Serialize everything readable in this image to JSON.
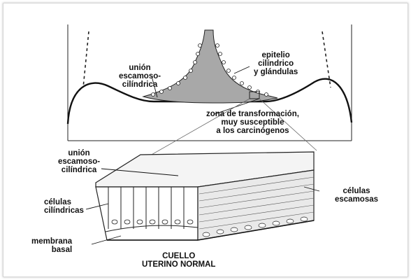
{
  "diagram": {
    "labels": {
      "union_top": "unión\nescamoso-\ncilíndrica",
      "epitelio": "epitelio\ncilíndrico\ny glándulas",
      "zona": "zona de transformación,\nmuy susceptible\na los carcinógenos",
      "union_bottom": "unión\nescamoso-\ncilíndrica",
      "celulas_cilindricas": "células\ncilíndricas",
      "celulas_escamosas": "células\nescamosas",
      "membrana": "membrana\nbasal",
      "title": "CUELLO\nUTERINO NORMAL"
    }
  }
}
